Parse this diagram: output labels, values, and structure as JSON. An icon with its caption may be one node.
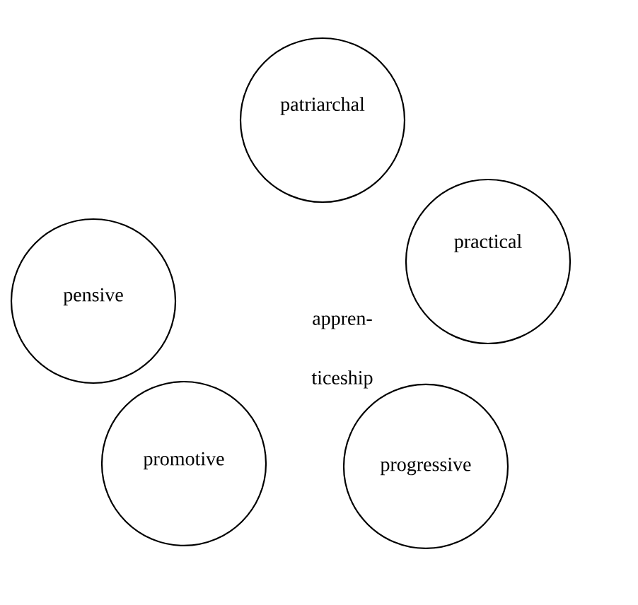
{
  "diagram": {
    "nodes": [
      {
        "text": [
          "patriarchal"
        ]
      },
      {
        "text": [
          "pensive"
        ]
      },
      {
        "text": [
          "practical"
        ]
      },
      {
        "text": [
          "promotive"
        ]
      },
      {
        "text": [
          "progressive"
        ]
      }
    ],
    "labels": [
      "appren- ticeship"
    ]
  }
}
